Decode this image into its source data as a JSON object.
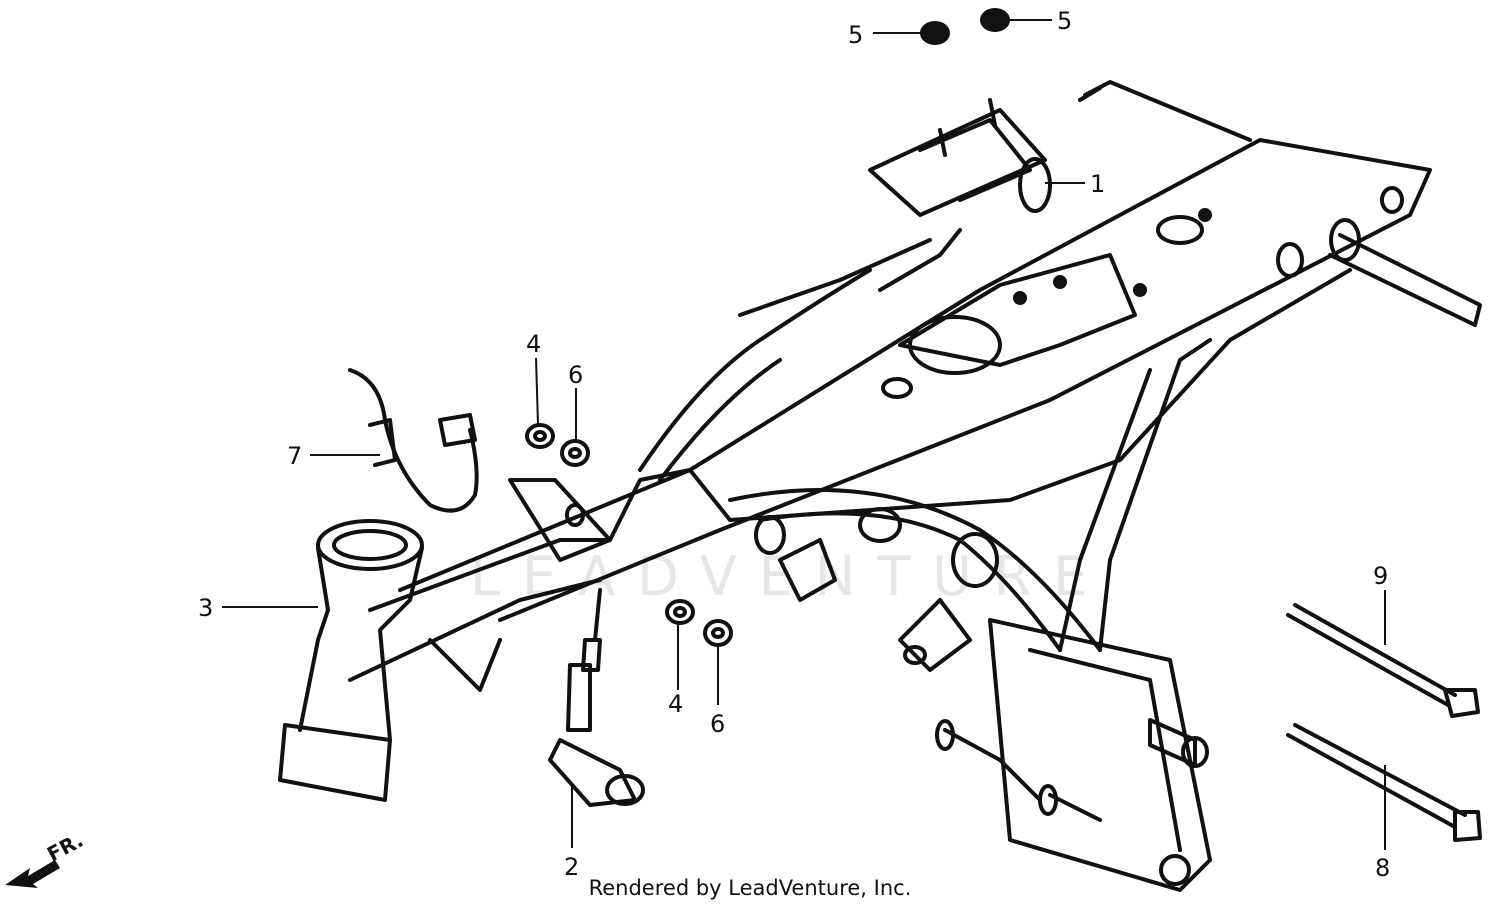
{
  "diagram": {
    "callouts": [
      {
        "id": "callout-1",
        "label": "1"
      },
      {
        "id": "callout-2",
        "label": "2"
      },
      {
        "id": "callout-3",
        "label": "3"
      },
      {
        "id": "callout-4a",
        "label": "4"
      },
      {
        "id": "callout-4b",
        "label": "4"
      },
      {
        "id": "callout-5a",
        "label": "5"
      },
      {
        "id": "callout-5b",
        "label": "5"
      },
      {
        "id": "callout-6a",
        "label": "6"
      },
      {
        "id": "callout-6b",
        "label": "6"
      },
      {
        "id": "callout-7",
        "label": "7"
      },
      {
        "id": "callout-8",
        "label": "8"
      },
      {
        "id": "callout-9",
        "label": "9"
      }
    ],
    "direction_label": "FR.",
    "watermark": "LEADVENTURE",
    "footer": "Rendered by LeadVenture, Inc."
  }
}
